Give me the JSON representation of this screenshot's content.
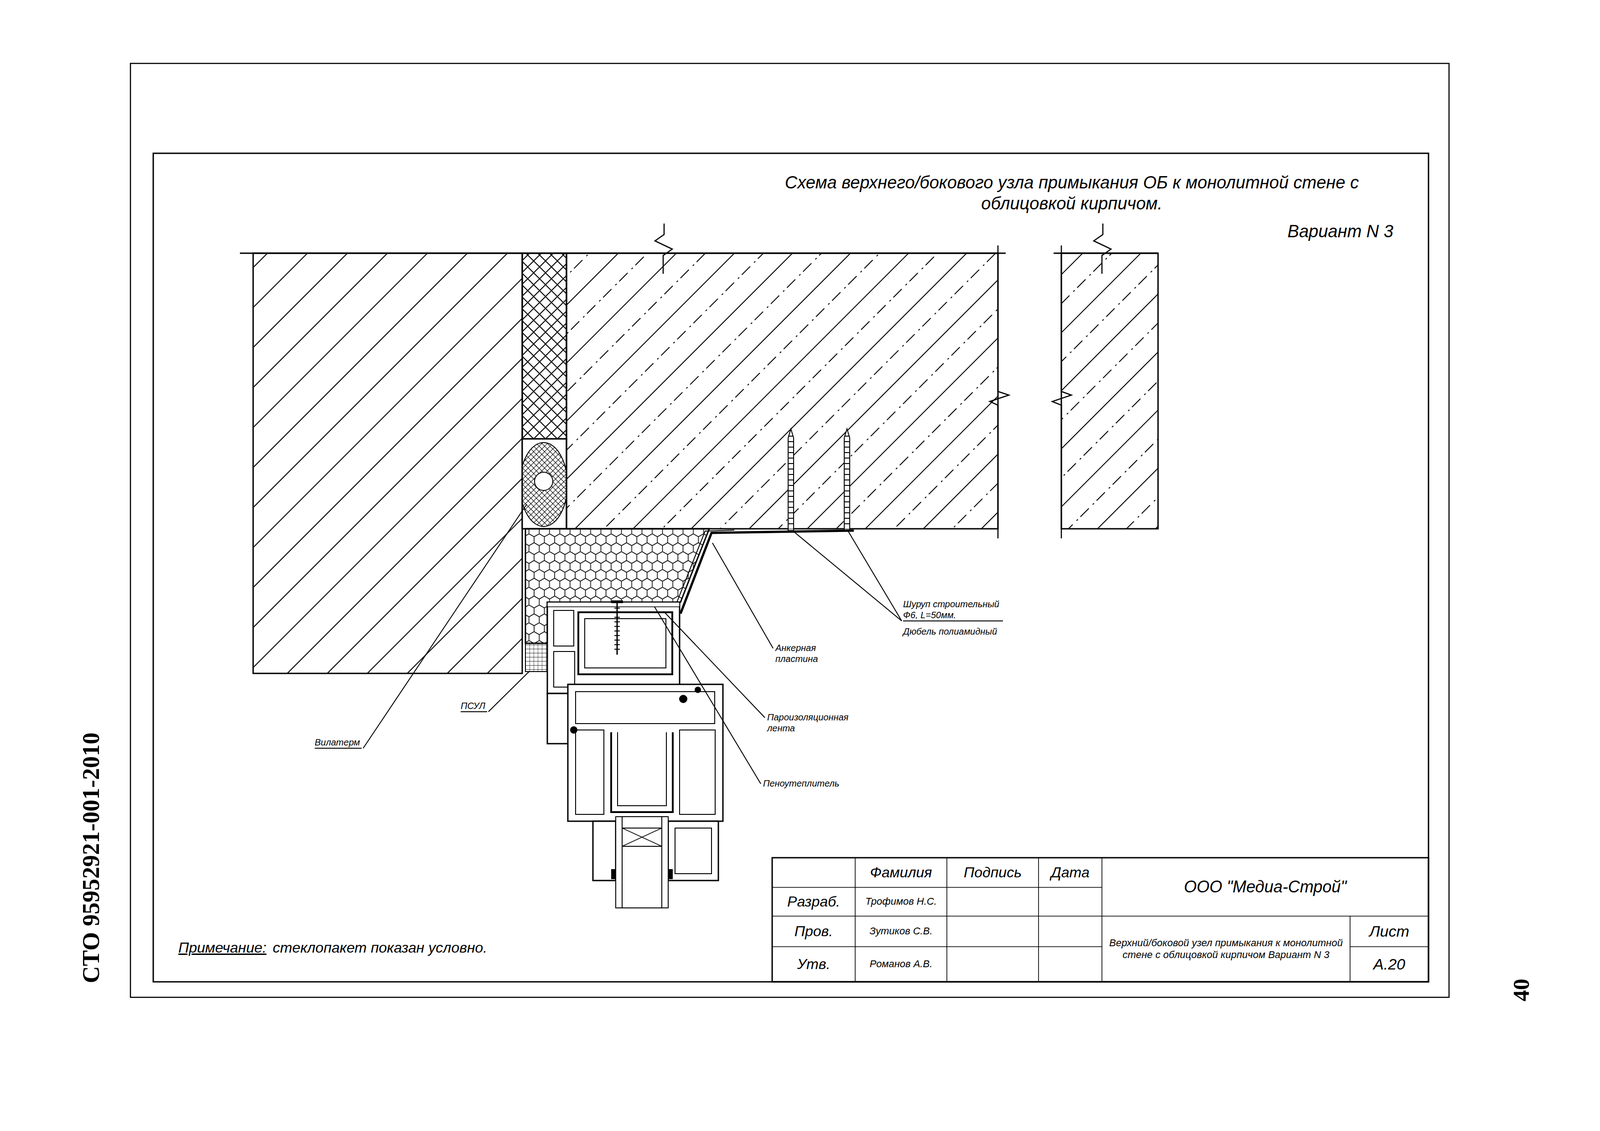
{
  "diagram": {
    "title": "Схема верхнего/бокового узла примыкания ОБ к монолитной стене с облицовкой кирпичом.",
    "labels": [
      "Вариант N 3",
      "Шуруп строительный Ф6, L=50мм.",
      "Дюбель полиамидный",
      "Анкерная пластина",
      "Пароизоляционная лента",
      "Пеноутеплитель",
      "ПСУЛ",
      "Вилатерм",
      "Примечание:",
      "стеклопакет показан условно.",
      "Фамилия",
      "Подпись",
      "Дата",
      "ООО \"Медиа-Строй\"",
      "Разраб.",
      "Трофимов Н.С.",
      "Пров.",
      "Зутиков С.В.",
      "Утв.",
      "Романов А.В.",
      "Верхний/боковой узел примыкания к монолитной стене с облицовкой кирпичом Вариант N 3",
      "Лист",
      "А.20",
      "СТО 95952921-001-2010",
      "40"
    ]
  }
}
